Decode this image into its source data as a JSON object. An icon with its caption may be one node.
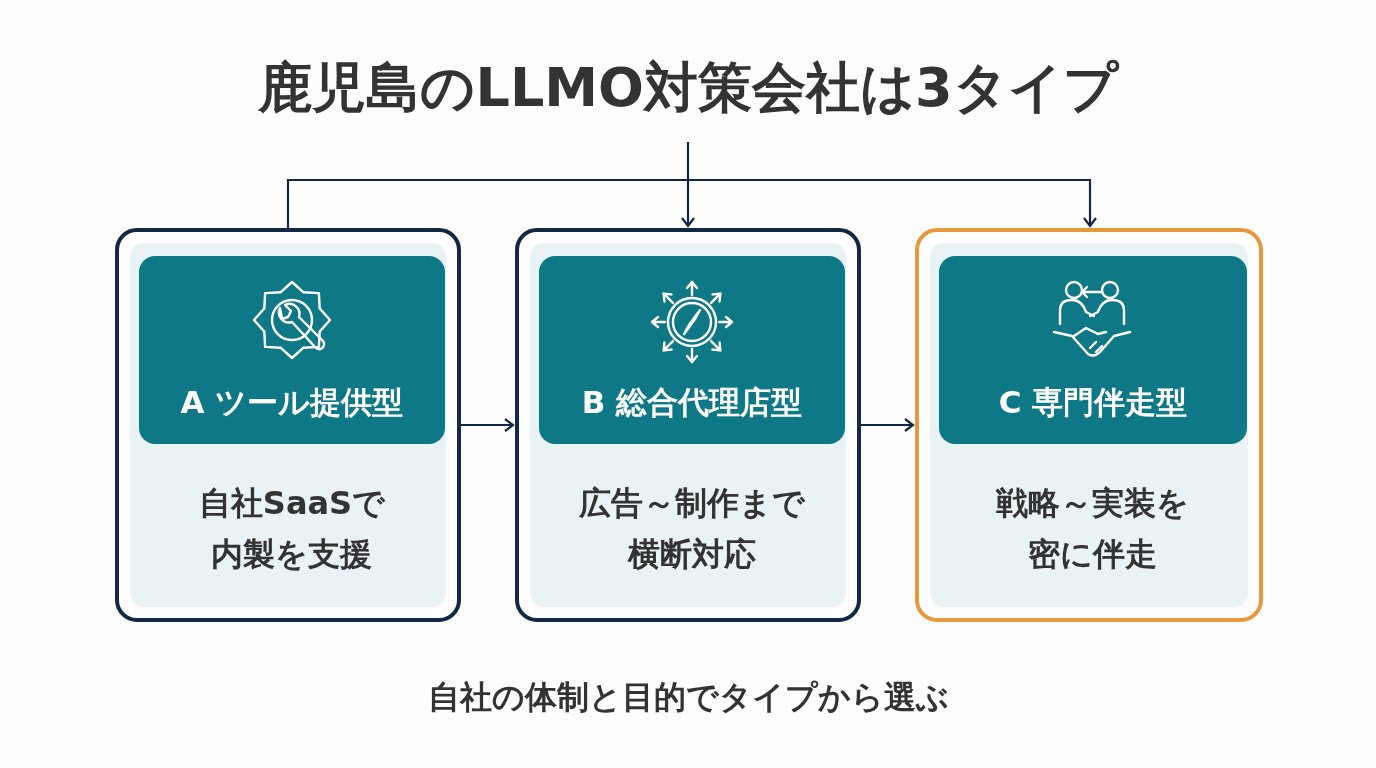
{
  "diagram": {
    "title": "鹿児島のLLMO対策会社は3タイプ",
    "caption": "自社の体制と目的でタイプから選ぶ",
    "nodes": [
      {
        "text": [],
        "shape": "box"
      },
      {
        "text": [
          "A ツール提供型"
        ],
        "in": 0
      },
      {
        "text": [
          "自社SaaSで内製を支援"
        ],
        "in": 0
      },
      {
        "text": [],
        "shape": "box"
      },
      {
        "text": [
          "B 総合代理店型"
        ],
        "in": 3
      },
      {
        "text": [
          "広告～制作まで横断対応"
        ],
        "in": 3
      },
      {
        "text": [],
        "shape": "box"
      },
      {
        "text": [
          "C 専門伴走型"
        ],
        "in": 6
      },
      {
        "text": [
          "戦略～実装を密に伴走"
        ],
        "in": 6
      }
    ],
    "edges": [
      {
        "from": 0,
        "to": 6,
        "arrow": "to"
      },
      {
        "from": null,
        "to": 3,
        "arrow": "to"
      },
      {
        "from": 0,
        "to": 3,
        "arrow": "to"
      },
      {
        "from": 3,
        "to": 6,
        "arrow": "to"
      }
    ]
  }
}
